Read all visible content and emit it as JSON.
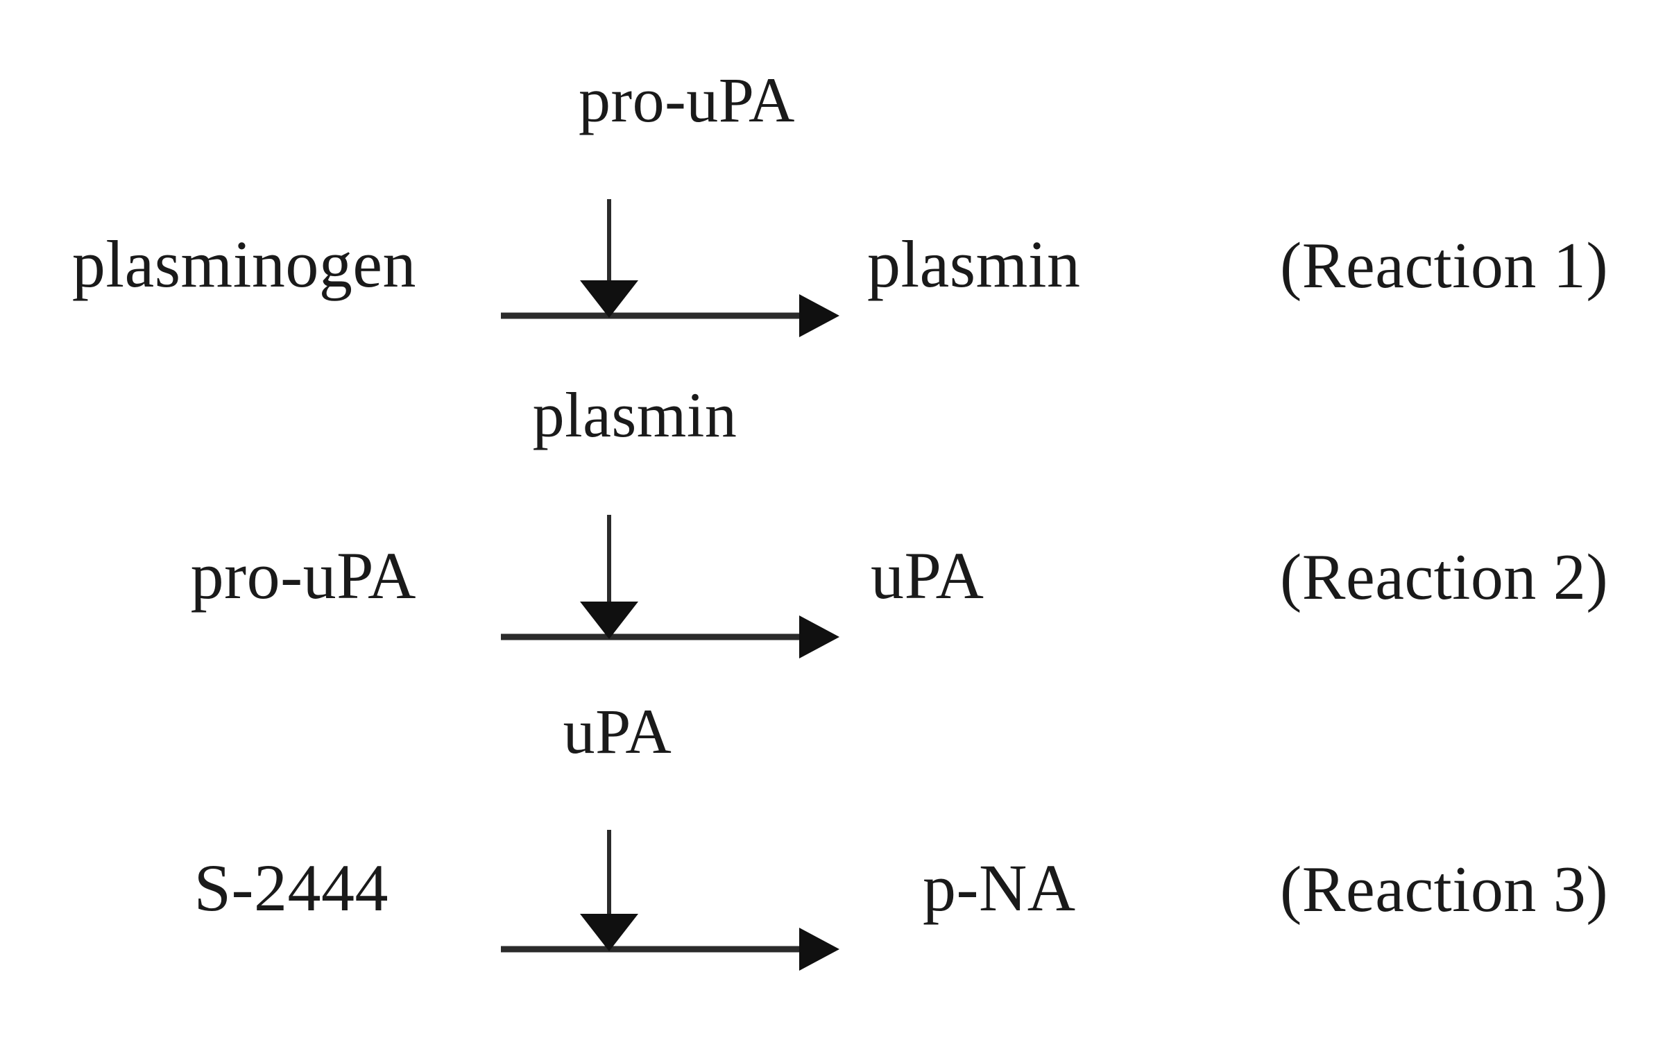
{
  "figure": {
    "kind": "reaction-scheme",
    "background_color": "#ffffff",
    "ink_color": "#1a1a1a"
  },
  "reactions": [
    {
      "id": "reaction-1",
      "substrate": "plasminogen",
      "catalyst": "pro-uPA",
      "product": "plasmin",
      "tag": "(Reaction 1)"
    },
    {
      "id": "reaction-2",
      "substrate": "pro-uPA",
      "catalyst": "plasmin",
      "product": "uPA",
      "tag": "(Reaction 2)"
    },
    {
      "id": "reaction-3",
      "substrate": "S-2444",
      "catalyst": "uPA",
      "product": "p-NA",
      "tag": "(Reaction 3)"
    }
  ],
  "icons": {
    "horizontal_arrow": "right-arrow-icon",
    "vertical_arrow": "down-arrow-icon"
  }
}
